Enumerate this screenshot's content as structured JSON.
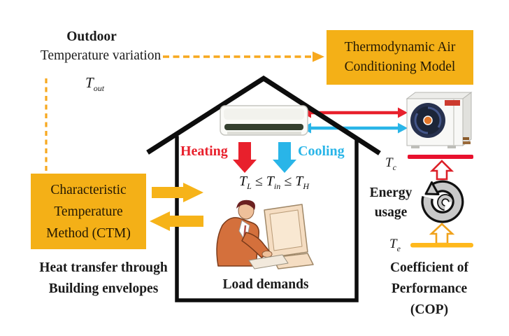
{
  "colors": {
    "box_yellow": "#F4B017",
    "dash_orange": "#F7A81E",
    "arrow_yellow": "#F6B319",
    "red": "#E8202C",
    "red_line": "#E8112D",
    "cyan": "#29B5E8",
    "yellow_line": "#FFB81C",
    "text_dark": "#1A1A1A",
    "box_text": "#241903"
  },
  "outdoor": {
    "title": "Outdoor",
    "subtitle": "Temperature variation",
    "temp_symbol": "T",
    "temp_subscript": "out"
  },
  "model_box": {
    "line1": "Thermodynamic Air",
    "line2": "Conditioning Model"
  },
  "ctm": {
    "box_line1": "Characteristic",
    "box_line2": "Temperature",
    "box_line3": "Method (CTM)",
    "caption_line1": "Heat transfer through",
    "caption_line2": "Building envelopes"
  },
  "house": {
    "heating": "Heating",
    "cooling": "Cooling",
    "load": "Load demands",
    "formula": {
      "t1": "T",
      "s1": "L",
      "op1": "≤",
      "t2": "T",
      "s2": "in",
      "op2": "≤",
      "t3": "T",
      "s3": "H"
    }
  },
  "right": {
    "tc": "T",
    "tc_sub": "c",
    "energy1": "Energy",
    "energy2": "usage",
    "te": "T",
    "te_sub": "e",
    "cop1": "Coefficient of",
    "cop2": "Performance",
    "cop3": "(COP)"
  }
}
